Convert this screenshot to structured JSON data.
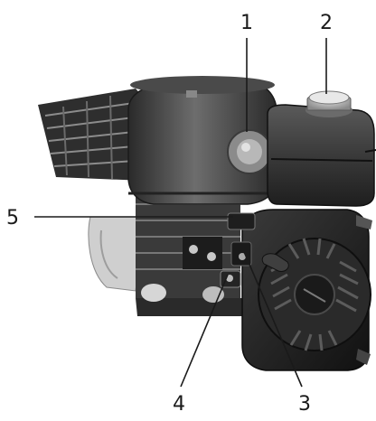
{
  "callouts": [
    {
      "id": "1",
      "label": "1"
    },
    {
      "id": "2",
      "label": "2"
    },
    {
      "id": "3",
      "label": "3"
    },
    {
      "id": "4",
      "label": "4"
    },
    {
      "id": "5",
      "label": "5"
    }
  ],
  "colors": {
    "engine_dark": "#2b2b2b",
    "engine_mid": "#555555",
    "engine_light": "#9a9a9a",
    "background": "#ffffff"
  }
}
